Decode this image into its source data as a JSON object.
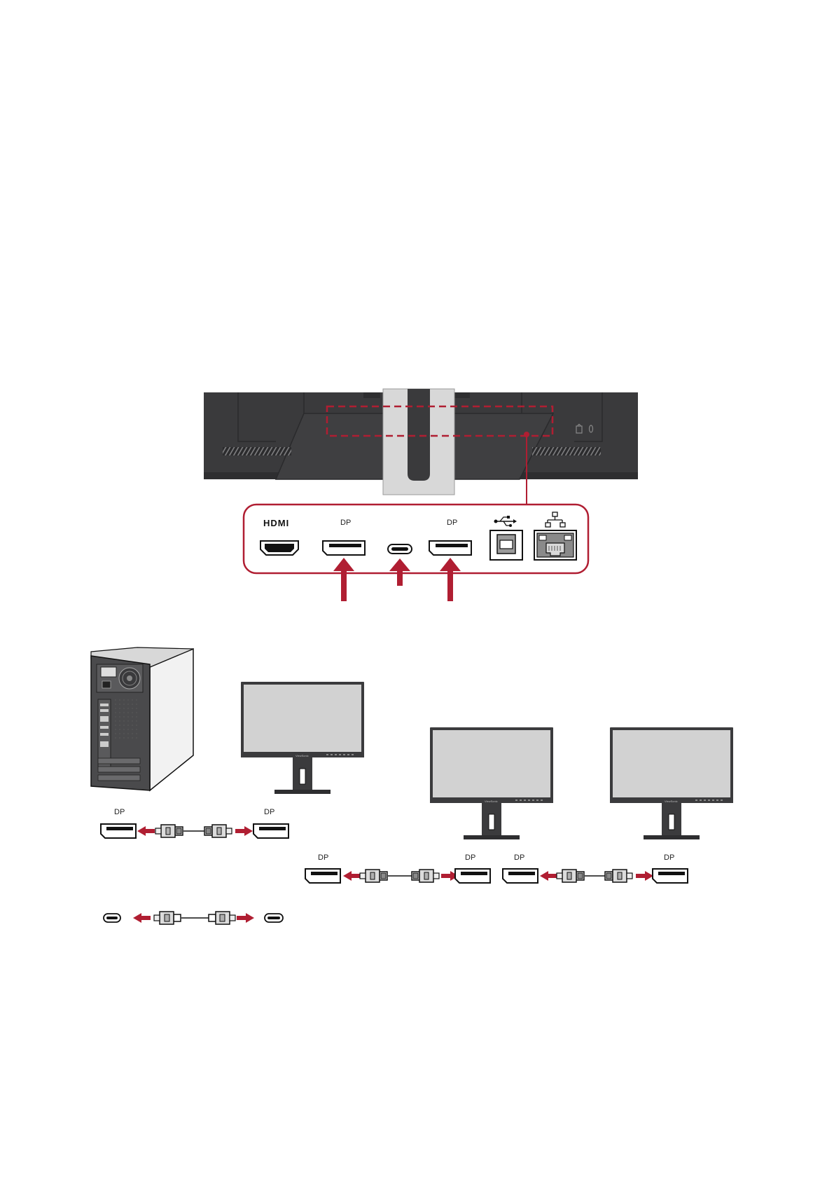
{
  "colors": {
    "accent_red": "#b01e32",
    "monitor_body": "#3b3b3d",
    "screen": "#d2d2d2",
    "stand": "#d8d8d8"
  },
  "icons": [
    "usb-icon",
    "lan-network-icon"
  ],
  "port_panel": {
    "hdmi_label": "HDMI",
    "dp1_label": "DP",
    "dp2_label": "DP"
  },
  "connections": {
    "pc_dp_label": "DP",
    "monitor1_dp_label": "DP",
    "monitor1_out_dp_label": "DP",
    "monitor2_in_dp_label": "DP",
    "monitor2_out_dp_label": "DP",
    "monitor3_dp_label": "DP"
  },
  "monitor_brand": "ViewSonic"
}
